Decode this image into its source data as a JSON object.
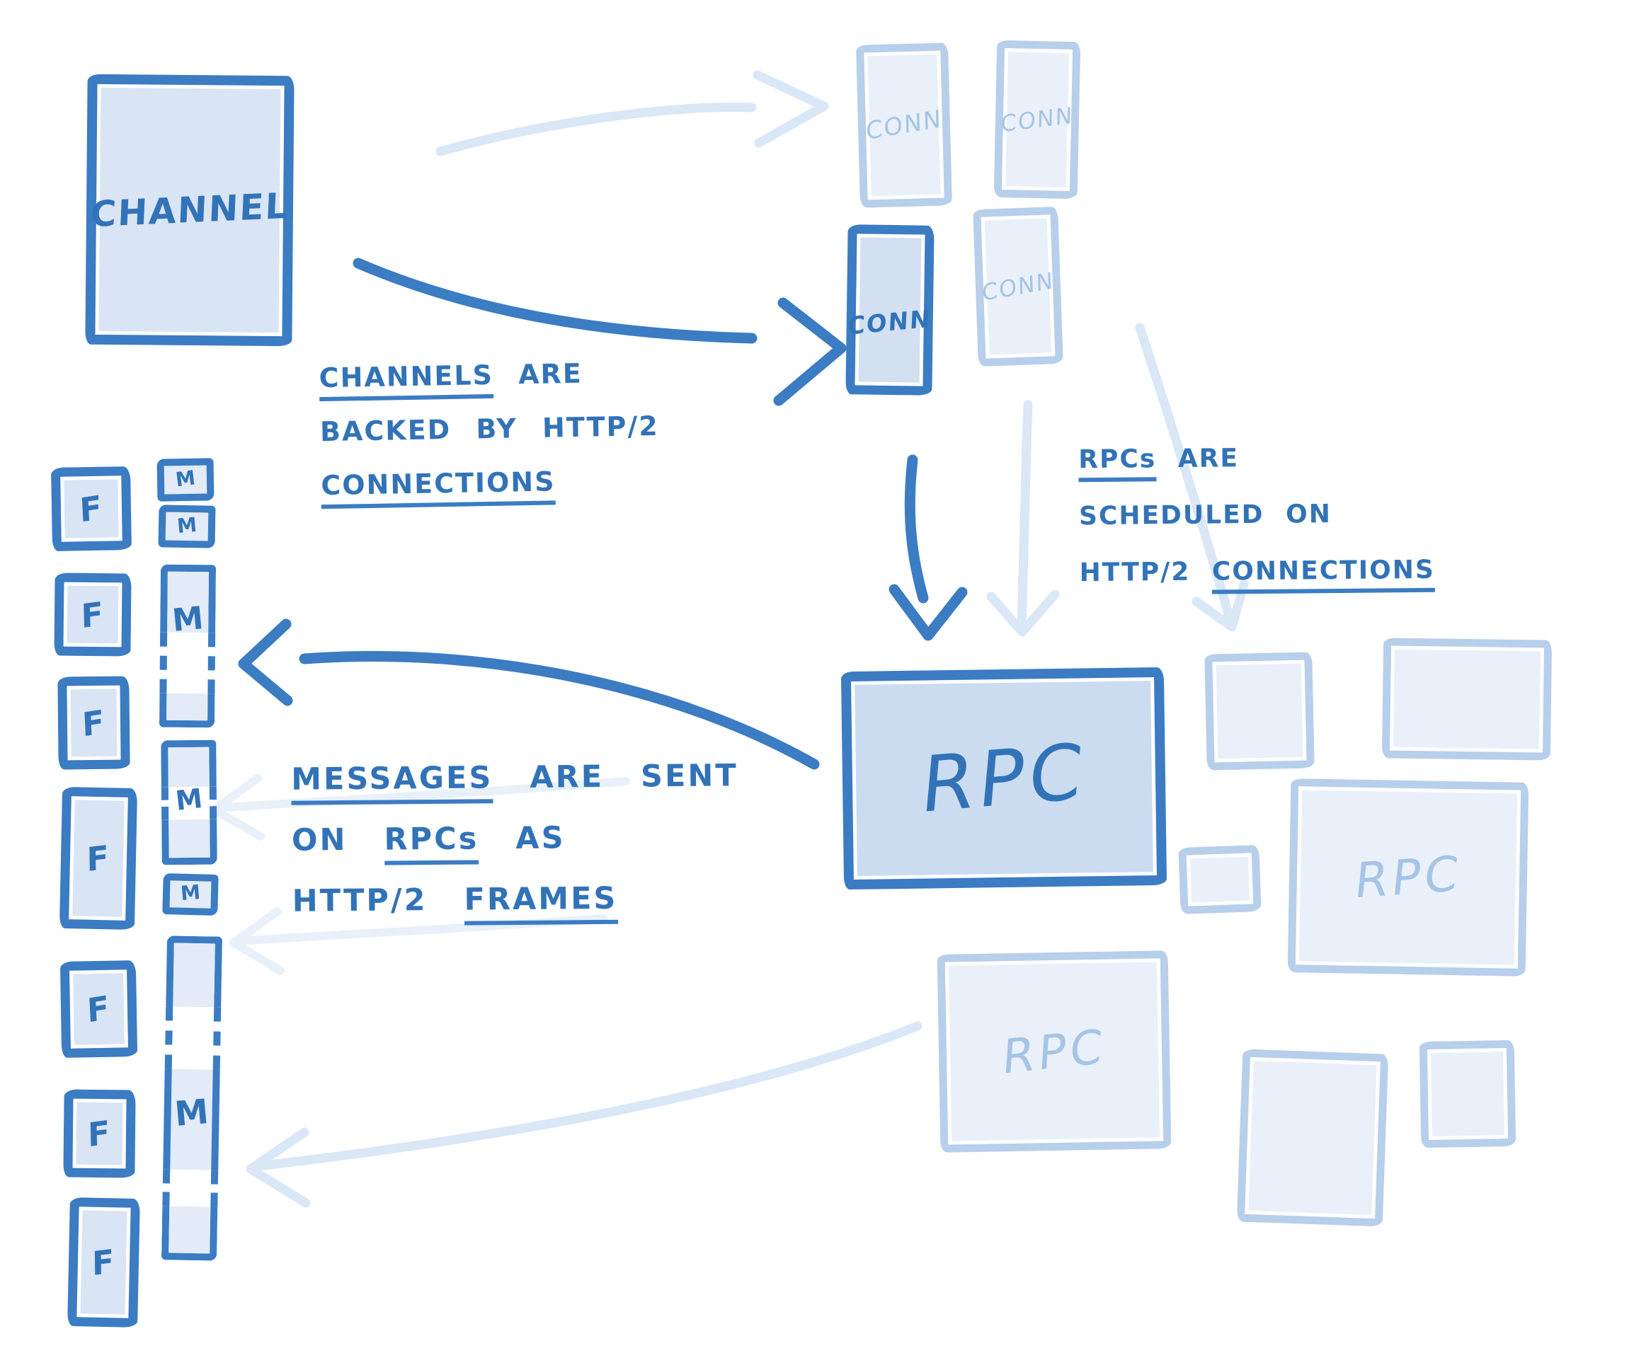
{
  "palette": {
    "ink": "#3b7cc3",
    "ink_text": "#3273b8",
    "box_fill": "#d9e5f4",
    "rpc_fill": "#cbdcf1",
    "faded_border": "#b7cfeb",
    "faded_fill": "#eaf0f9",
    "faded_text": "#a5c4e6",
    "ghost_arrow": "#d9e7f6"
  },
  "channel": {
    "label": "CHANNEL"
  },
  "connections": {
    "faded": [
      "CONN",
      "CONN",
      "CONN"
    ],
    "active": "CONN"
  },
  "rpcs": {
    "active": "RPC",
    "faded": [
      "RPC",
      "RPC"
    ]
  },
  "frames": {
    "labels": [
      "F",
      "F",
      "F",
      "F",
      "F",
      "F",
      "F"
    ]
  },
  "messages": {
    "labels": [
      "M",
      "M",
      "M",
      "M",
      "M",
      "M"
    ]
  },
  "note1": {
    "w1": "CHANNELS",
    "w2": "ARE",
    "line2": "BACKED BY HTTP/2",
    "w3": "CONNECTIONS"
  },
  "note2": {
    "w1": "RPCs",
    "w2": "ARE",
    "line2": "SCHEDULED ON",
    "w3": "HTTP/2",
    "w4": "CONNECTIONS"
  },
  "note3": {
    "w1": "MESSAGES",
    "w2": "ARE SENT",
    "w3": "ON",
    "w4": "RPCs",
    "w5": "AS",
    "w6": "HTTP/2",
    "w7": "FRAMES"
  }
}
